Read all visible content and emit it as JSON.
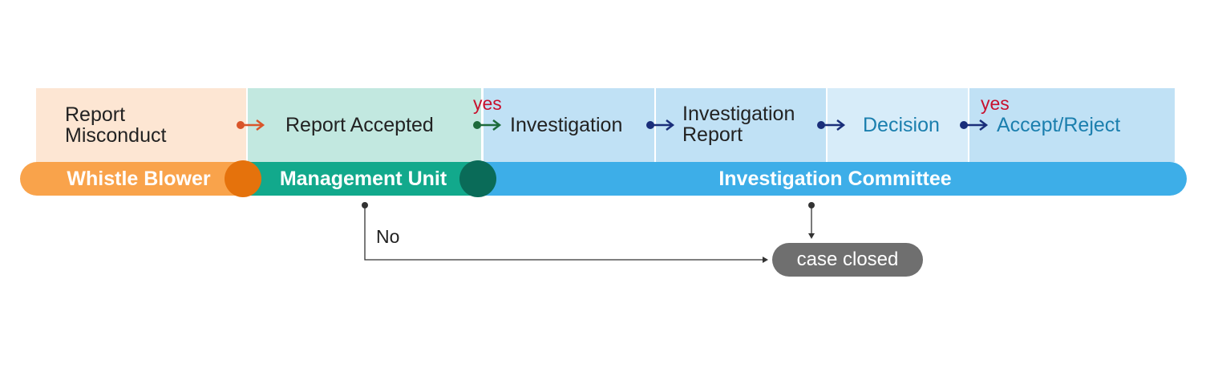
{
  "stages": [
    {
      "label_lines": [
        "Report",
        "Misconduct"
      ],
      "background": "#fde6d3",
      "text_color": "#222222"
    },
    {
      "label_lines": [
        "Report Accepted"
      ],
      "background": "#c2e8e0",
      "text_color": "#222222"
    },
    {
      "label_lines": [
        "Investigation"
      ],
      "background": "#c0e1f5",
      "text_color": "#222222"
    },
    {
      "label_lines": [
        "Investigation",
        "Report"
      ],
      "background": "#c0e1f5",
      "text_color": "#222222"
    },
    {
      "label_lines": [
        "Decision"
      ],
      "background": "#d7ecf9",
      "text_color": "#1b7fae"
    },
    {
      "label_lines": [
        "Accept/Reject"
      ],
      "background": "#c0e1f5",
      "text_color": "#1b7fae"
    }
  ],
  "lanes": [
    {
      "label": "Whistle Blower",
      "color": "#f9a34b",
      "knob_color": "#e5720c"
    },
    {
      "label": "Management Unit",
      "color": "#12a98c",
      "knob_color": "#0a6b58"
    },
    {
      "label": "Investigation Committee",
      "color": "#3daee8"
    }
  ],
  "connectors": [
    {
      "color": "#d9552a"
    },
    {
      "color": "#1e6b3c",
      "condition": "yes"
    },
    {
      "color": "#1a2e7a"
    },
    {
      "color": "#1a2e7a"
    },
    {
      "color": "#1a2e7a",
      "condition": "yes"
    }
  ],
  "branch": {
    "no_label": "No",
    "terminal": "case closed",
    "line_color": "#333333"
  },
  "colors": {
    "yes": "#c8102e",
    "terminal": "#6f6f6f"
  }
}
